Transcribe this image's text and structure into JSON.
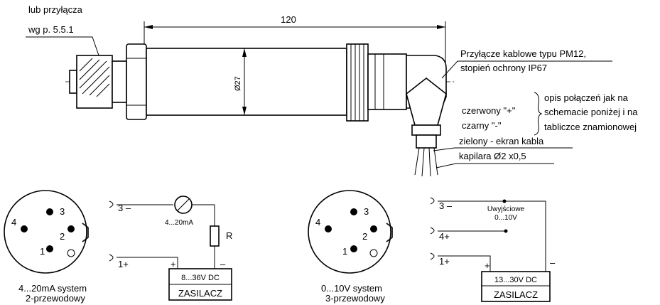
{
  "top": {
    "connection_label_1": "lub przyłącza",
    "connection_label_2": "wg p. 5.5.1",
    "dim_length": "120",
    "dim_diameter": "Ø27",
    "plug_label_1": "Przyłącze kablowe typu PM12,",
    "plug_label_2": "stopień ochrony IP67",
    "wire_red": "czerwony \"+\"",
    "wire_black": "czarny \"-\"",
    "desc_1": "opis połączeń jak na",
    "desc_2": "schemacie poniżej i na",
    "desc_3": "tabliczce znamionowej",
    "wire_green": "zielony - ekran kabla",
    "capillary": "kapilara Ø2 x0,5"
  },
  "left": {
    "pin1": "1",
    "pin2": "2",
    "pin3": "3",
    "pin4": "4",
    "system_1": "4...20mA system",
    "system_2": "2-przewodowy",
    "term3": "3 –",
    "term1": "1+",
    "meter": "4...20mA",
    "resistor": "R",
    "minus": "–",
    "plus": "+",
    "psu_voltage": "8...36V DC",
    "psu_name": "ZASILACZ"
  },
  "right": {
    "pin1": "1",
    "pin2": "2",
    "pin3": "3",
    "pin4": "4",
    "system_1": "0...10V system",
    "system_2": "3-przewodowy",
    "term3": "3 –",
    "term4": "4+",
    "term1": "1+",
    "output": "Uwyjściowe",
    "output_range": "0...10V",
    "minus": "–",
    "plus": "+",
    "psu_voltage": "13...30V DC",
    "psu_name": "ZASILACZ"
  }
}
